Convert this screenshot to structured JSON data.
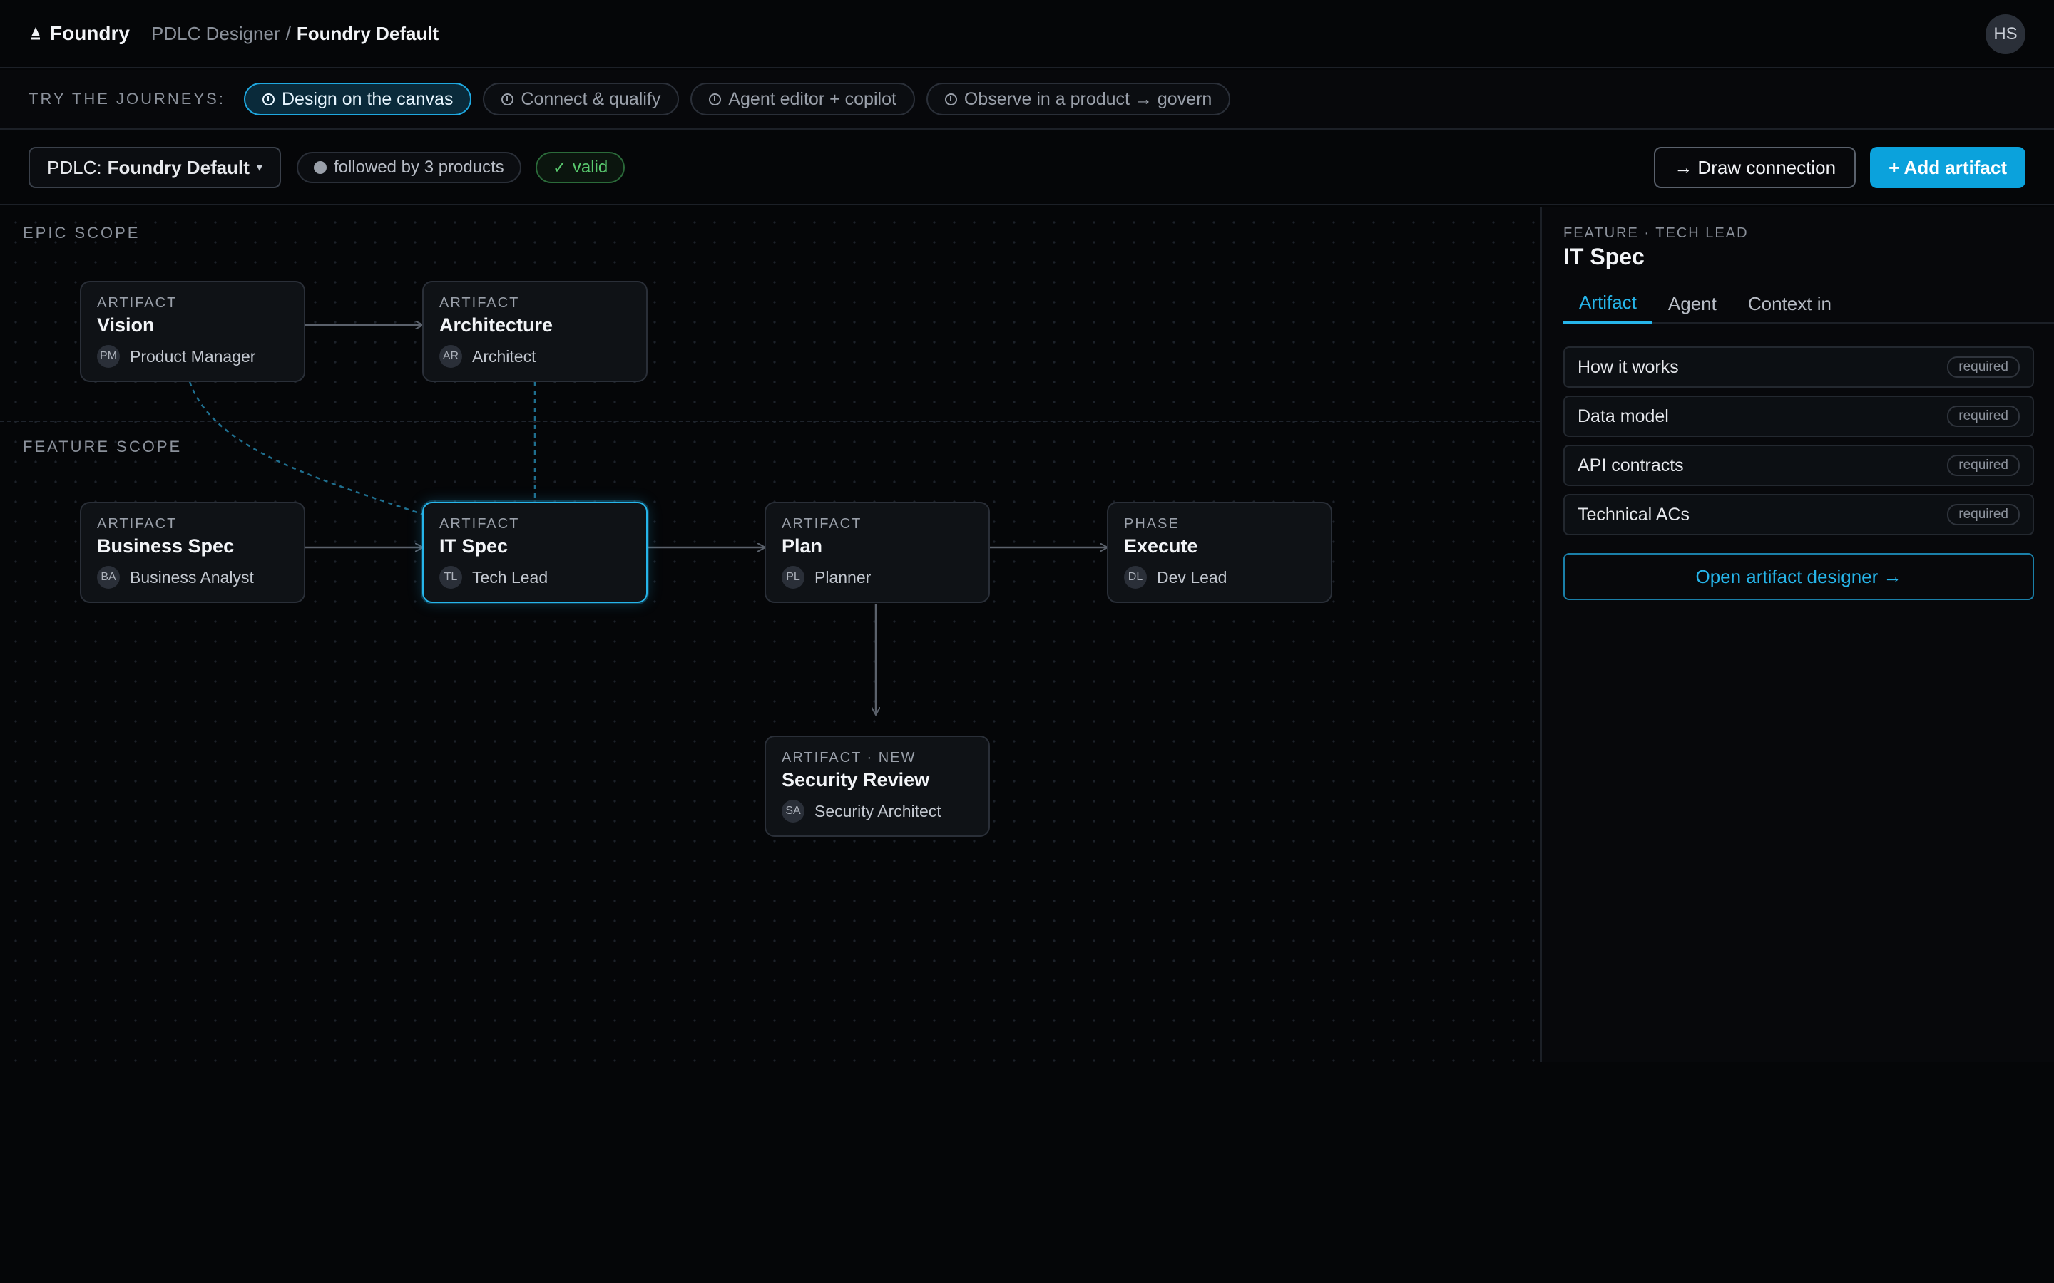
{
  "header": {
    "brand": "Foundry",
    "breadcrumb_parent": "PDLC Designer",
    "breadcrumb_separator": "/",
    "breadcrumb_current": "Foundry Default",
    "user_initials": "HS"
  },
  "journeys": {
    "label": "TRY THE JOURNEYS:",
    "items": [
      {
        "label": "Design on the canvas"
      },
      {
        "label": "Connect & qualify"
      },
      {
        "label": "Agent editor + copilot"
      },
      {
        "label": "Observe in a product → govern"
      }
    ]
  },
  "toolbar": {
    "pdlc_prefix": "PDLC:",
    "pdlc_name": "Foundry Default",
    "caret": "▾",
    "followed_label": "followed by 3 products",
    "valid_check": "✓",
    "valid_label": "valid",
    "draw_connection_label": "→ Draw connection",
    "add_artifact_label": "+ Add artifact"
  },
  "canvas": {
    "epic_scope_label": "EPIC SCOPE",
    "feature_scope_label": "FEATURE SCOPE",
    "nodes": {
      "vision": {
        "kind": "ARTIFACT",
        "title": "Vision",
        "initials": "PM",
        "owner": "Product Manager"
      },
      "architecture": {
        "kind": "ARTIFACT",
        "title": "Architecture",
        "initials": "AR",
        "owner": "Architect"
      },
      "business_spec": {
        "kind": "ARTIFACT",
        "title": "Business Spec",
        "initials": "BA",
        "owner": "Business Analyst"
      },
      "it_spec": {
        "kind": "ARTIFACT",
        "title": "IT Spec",
        "initials": "TL",
        "owner": "Tech Lead"
      },
      "plan": {
        "kind": "ARTIFACT",
        "title": "Plan",
        "initials": "PL",
        "owner": "Planner"
      },
      "execute": {
        "kind": "PHASE",
        "title": "Execute",
        "initials": "DL",
        "owner": "Dev Lead"
      },
      "security_review": {
        "kind": "ARTIFACT · NEW",
        "title": "Security Review",
        "initials": "SA",
        "owner": "Security Architect"
      }
    }
  },
  "panel": {
    "context": "FEATURE · TECH LEAD",
    "title": "IT Spec",
    "tabs": [
      {
        "label": "Artifact"
      },
      {
        "label": "Agent"
      },
      {
        "label": "Context in"
      }
    ],
    "fields": [
      {
        "label": "How it works",
        "tag": "required"
      },
      {
        "label": "Data model",
        "tag": "required"
      },
      {
        "label": "API contracts",
        "tag": "required"
      },
      {
        "label": "Technical ACs",
        "tag": "required"
      }
    ],
    "open_designer_label": "Open artifact designer →"
  },
  "colors": {
    "accent": "#0ba2dc",
    "selected_border": "#26b5ea",
    "valid_green": "#59c96e",
    "edge_gray": "#5b616b",
    "edge_dashed_blue": "#1f6f8f"
  }
}
